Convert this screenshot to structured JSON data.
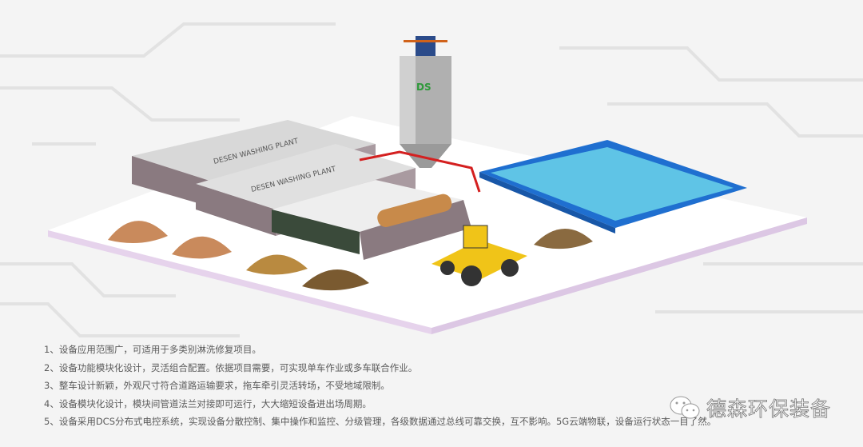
{
  "plant": {
    "trailer_label_1": "DESEN WASHING PLANT",
    "trailer_label_2": "DESEN WASHING PLANT",
    "silo_logo": "DS"
  },
  "features": [
    "1、设备应用范围广，可适用于多类别淋洗修复项目。",
    "2、设备功能模块化设计，灵活组合配置。依据项目需要，可实现单车作业或多车联合作业。",
    "3、整车设计新颖，外观尺寸符合道路运输要求，拖车牵引灵活转场，不受地域限制。",
    "4、设备模块化设计，模块间管道法兰对接即可运行，大大缩短设备进出场周期。",
    "5、设备采用DCS分布式电控系统，实现设备分散控制、集中操作和监控、分级管理，各级数据通过总线可靠交换，互不影响。5G云端物联，设备运行状态一目了然。"
  ],
  "watermark": {
    "icon": "wechat-icon",
    "text": "德森环保装备"
  },
  "colors": {
    "background": "#f4f4f4",
    "platform_edge": "#e6d3ec",
    "pool_water": "#5fc4e6",
    "pool_rim": "#1f6fd0",
    "loader": "#f0c418",
    "pipe": "#d42020",
    "brand_green": "#2e9a3a"
  }
}
